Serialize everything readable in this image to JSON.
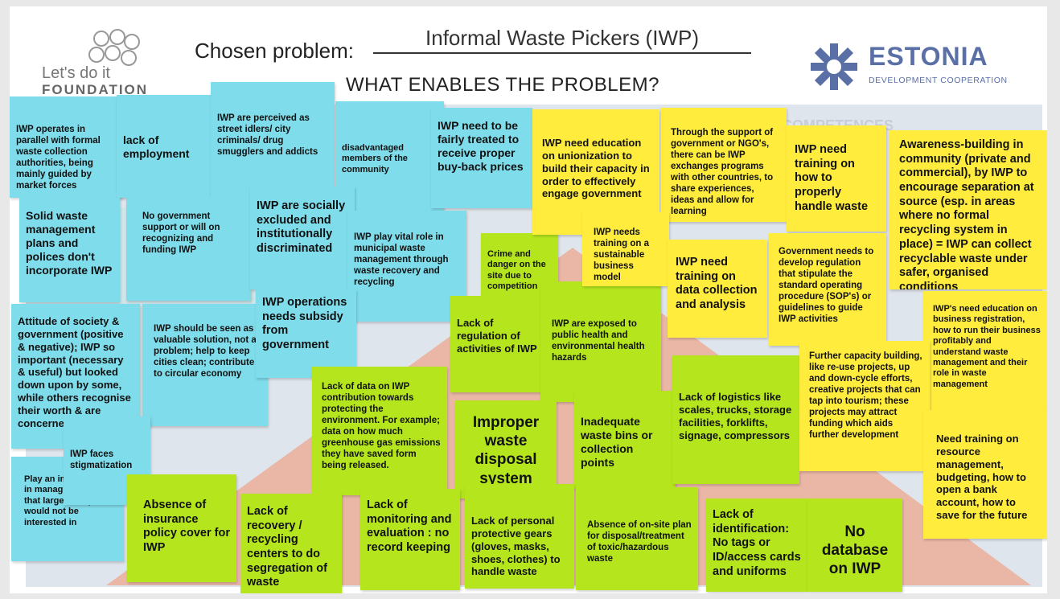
{
  "header": {
    "chosen_problem_label": "Chosen problem:",
    "problem_value": "Informal Waste Pickers (IWP)",
    "question": "WHAT ENABLES THE PROBLEM?",
    "background_heading": "COMPETENCES"
  },
  "logos": {
    "left_line1": "Let's do it",
    "left_line2": "FOUNDATION",
    "right_name": "ESTONIA",
    "right_sub": "DEVELOPMENT COOPERATION"
  },
  "colors": {
    "blue_note": "#7fdcea",
    "green_note": "#b5e61d",
    "yellow_note": "#ffec3d",
    "estonia_blue": "#5a6fa6"
  },
  "notes": {
    "blue": [
      "IWP operates in parallel with formal waste collection authorities, being mainly guided by market forces",
      "lack of employment",
      "IWP are perceived as street idlers/ city criminals/ drug smugglers and addicts",
      "disadvantaged members of the community",
      "IWP need to be fairly treated to receive proper buy-back prices",
      "Solid waste management plans and polices don't incorporate IWP",
      "No government support or will on recognizing and funding IWP",
      "IWP are socially excluded and institutionally discriminated",
      "IWP play vital role in municipal waste management through waste recovery and recycling",
      "Attitude of society & government (positive & negative); IWP so important (necessary & useful) but looked down upon by some, while others recognise their worth & are concerned about them",
      "IWP should be seen as a valuable solution, not a problem; help to keep cities clean; contribute to circular economy",
      "IWP operations needs subsidy from government",
      "Play an important role in managing waste that larger companies would not be interested in",
      "IWP faces stigmatization"
    ],
    "green": [
      "Crime and danger on the site due to competition",
      "Lack of regulation of activities of IWP",
      "IWP are exposed to public health and environmental health hazards",
      "Lack of data on IWP contribution towards protecting the environment. For example; data on how much greenhouse gas emissions they have saved form being released.",
      "Improper waste disposal system",
      "Inadequate waste bins or collection points",
      "Lack of logistics like scales, trucks, storage facilities, forklifts, signage, compressors",
      "Absence of insurance policy cover for IWP",
      "Lack of recovery / recycling centers to do segregation of waste",
      "Lack of monitoring and evaluation : no record keeping",
      "Lack of personal protective gears (gloves, masks, shoes, clothes) to handle waste",
      "Absence of on-site plan for disposal/treatment of toxic/hazardous waste",
      "Lack of identification: No tags or ID/access cards and uniforms",
      "No database on IWP"
    ],
    "yellow": [
      "IWP need education on unionization to build their capacity in order to effectively engage government",
      "Through the support of government or NGO's, there can be IWP exchanges programs with other countries, to share experiences, ideas and allow for learning",
      "IWP need training on how to properly handle waste",
      "Awareness-building in community (private and commercial), by IWP to encourage separation at source (esp. in areas where no formal recycling system in place) = IWP can collect recyclable waste under safer, organised conditions",
      "IWP needs training on a sustainable business model",
      "IWP need training on data collection and analysis",
      "Government needs to develop regulation that stipulate the standard operating procedure (SOP's) or guidelines to guide IWP activities",
      "IWP's need education on business registration, how to run their business profitably and understand waste management and their role in waste management",
      "Further capacity building, like re-use projects, up and down-cycle efforts, creative projects that can tap into tourism; these projects may attract funding which aids further development",
      "Need training on resource management, budgeting, how to open a bank account, how to save for the future"
    ]
  }
}
